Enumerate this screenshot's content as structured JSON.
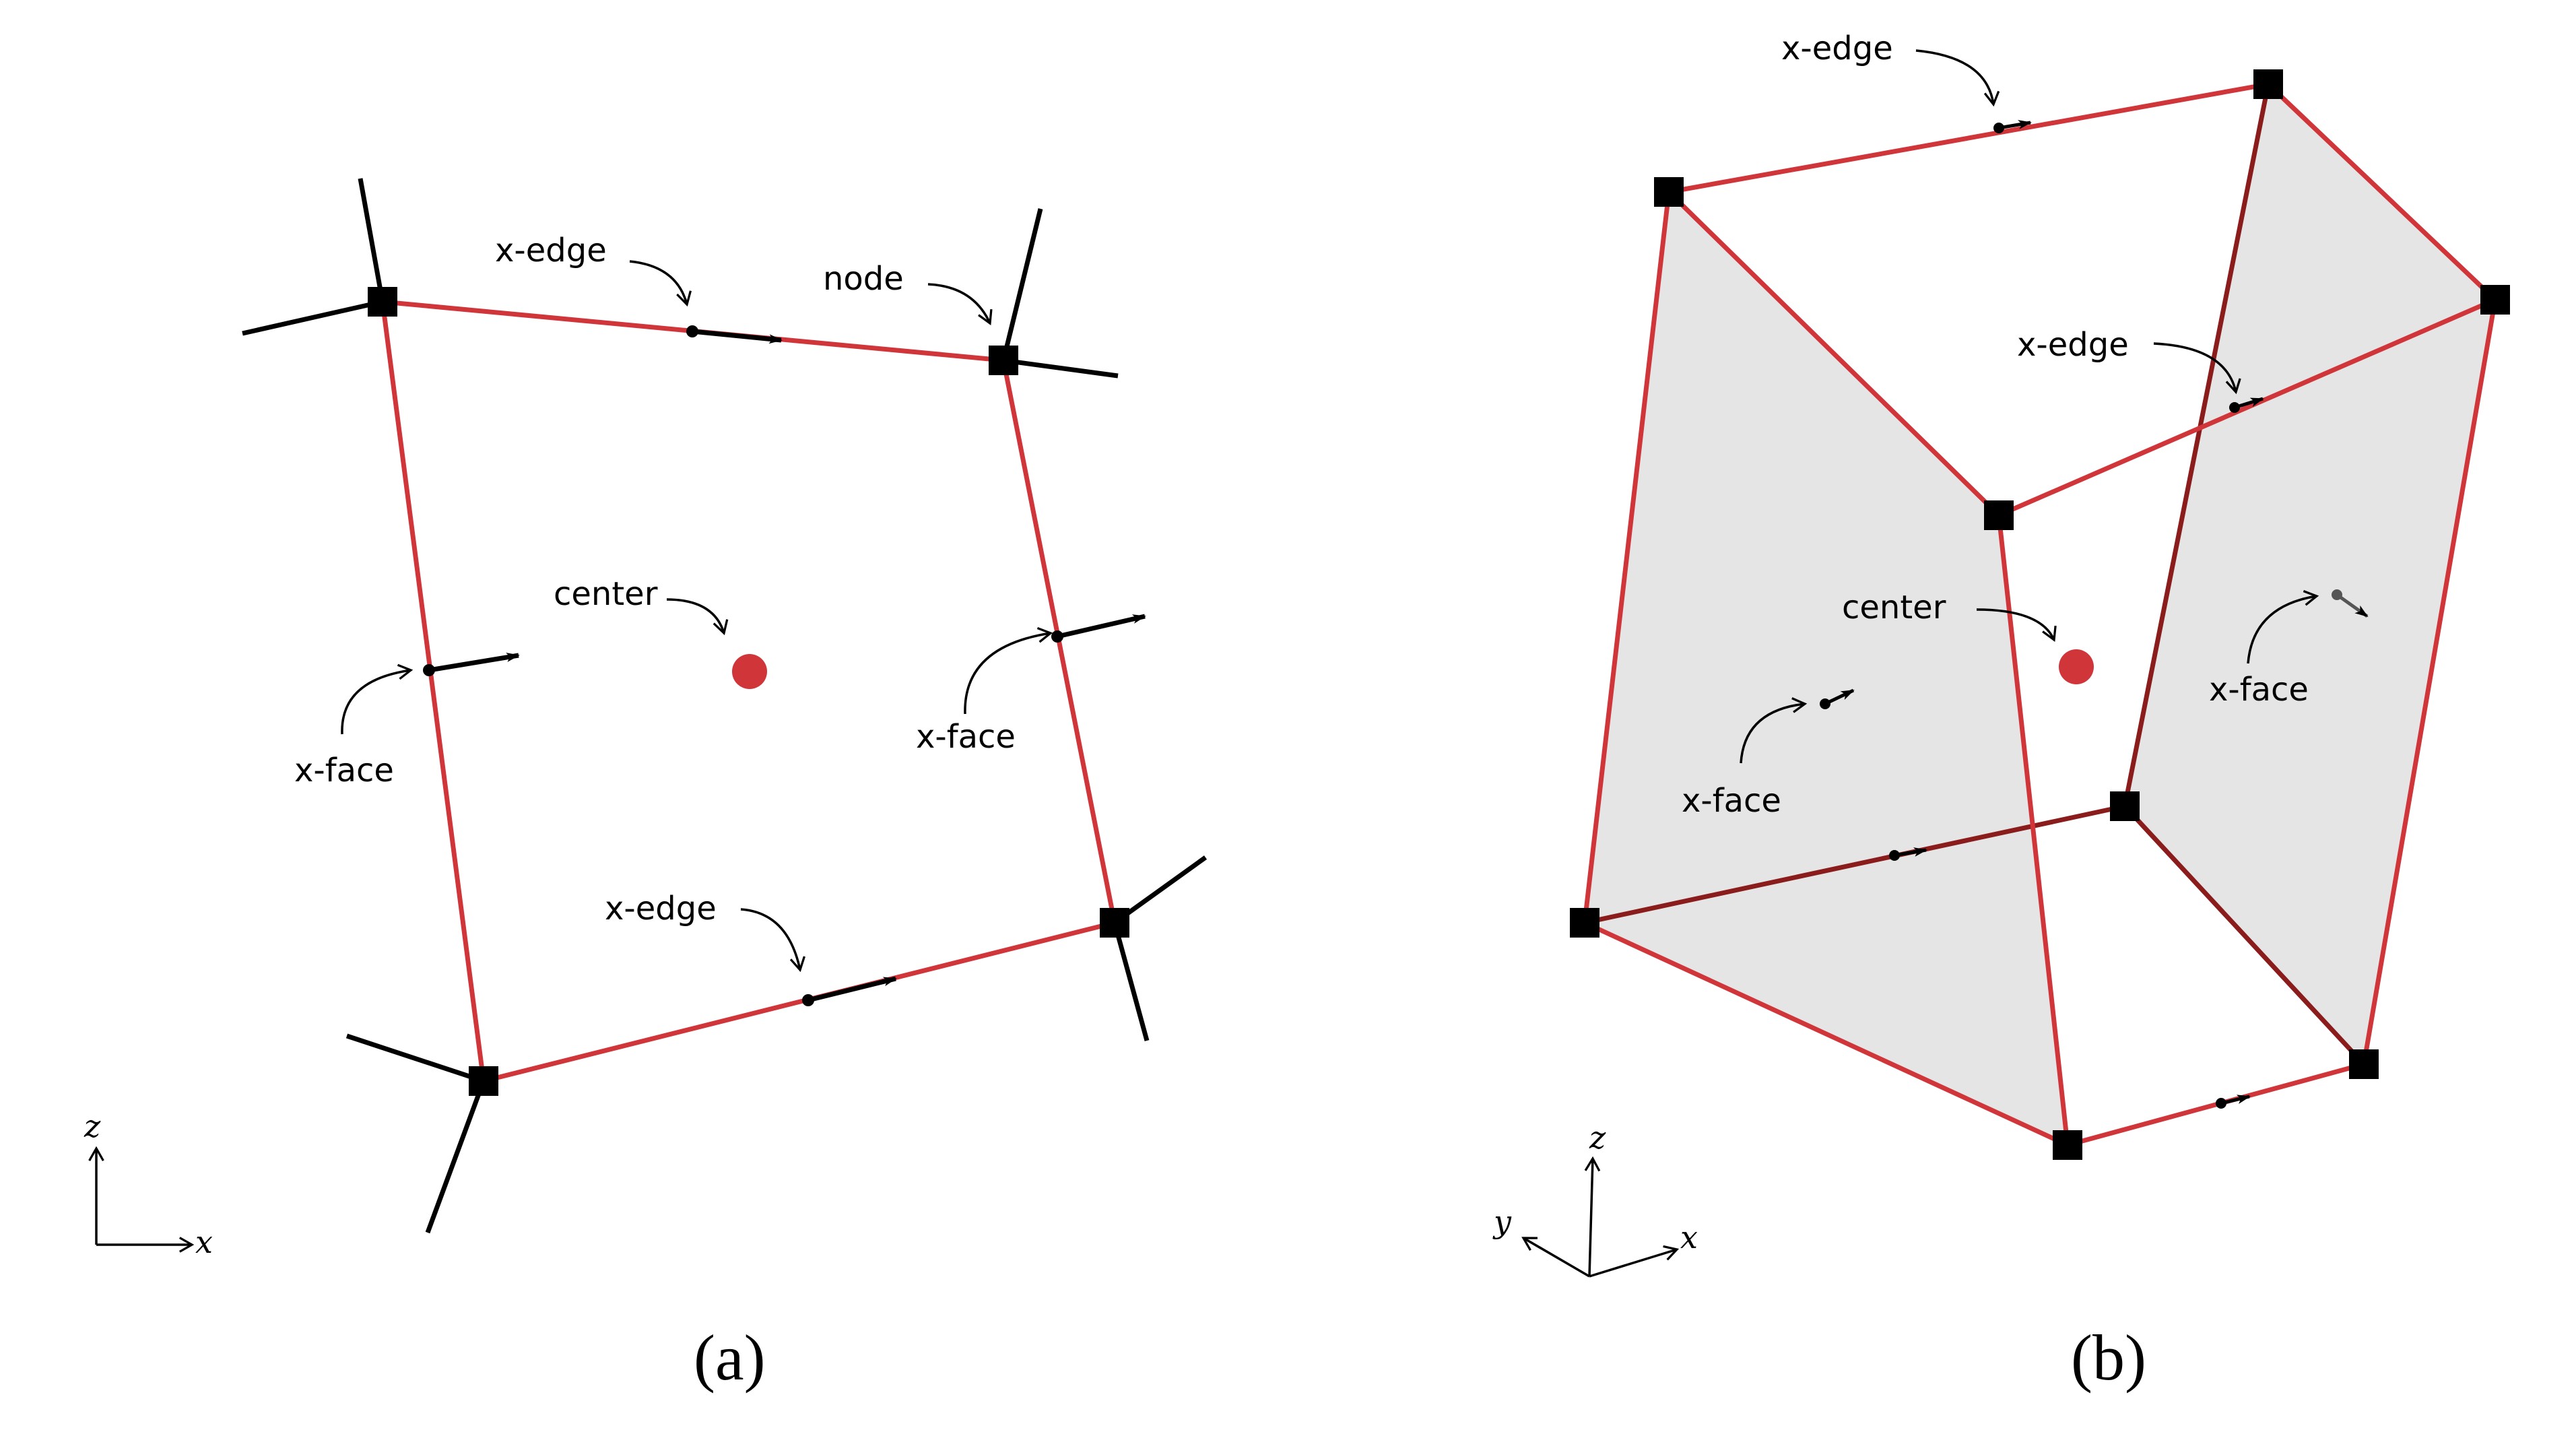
{
  "colors": {
    "edge_red": "#d0353a",
    "edge_dark_red": "#8b1c1c",
    "node_black": "#000000",
    "face_gray": "#e5e5e5",
    "center_red": "#d0353a"
  },
  "panel_a": {
    "labels": {
      "x_edge_top": "x-edge",
      "node": "node",
      "center": "center",
      "x_face_left": "x-face",
      "x_face_right": "x-face",
      "x_edge_bottom": "x-edge"
    },
    "axes": {
      "vertical": "z",
      "horizontal": "x"
    },
    "caption": "(a)"
  },
  "panel_b": {
    "labels": {
      "x_edge_top": "x-edge",
      "x_edge_inner": "x-edge",
      "center": "center",
      "x_face_left": "x-face",
      "x_face_right": "x-face"
    },
    "axes": {
      "vertical": "z",
      "depth": "y",
      "horizontal": "x"
    },
    "caption": "(b)"
  }
}
